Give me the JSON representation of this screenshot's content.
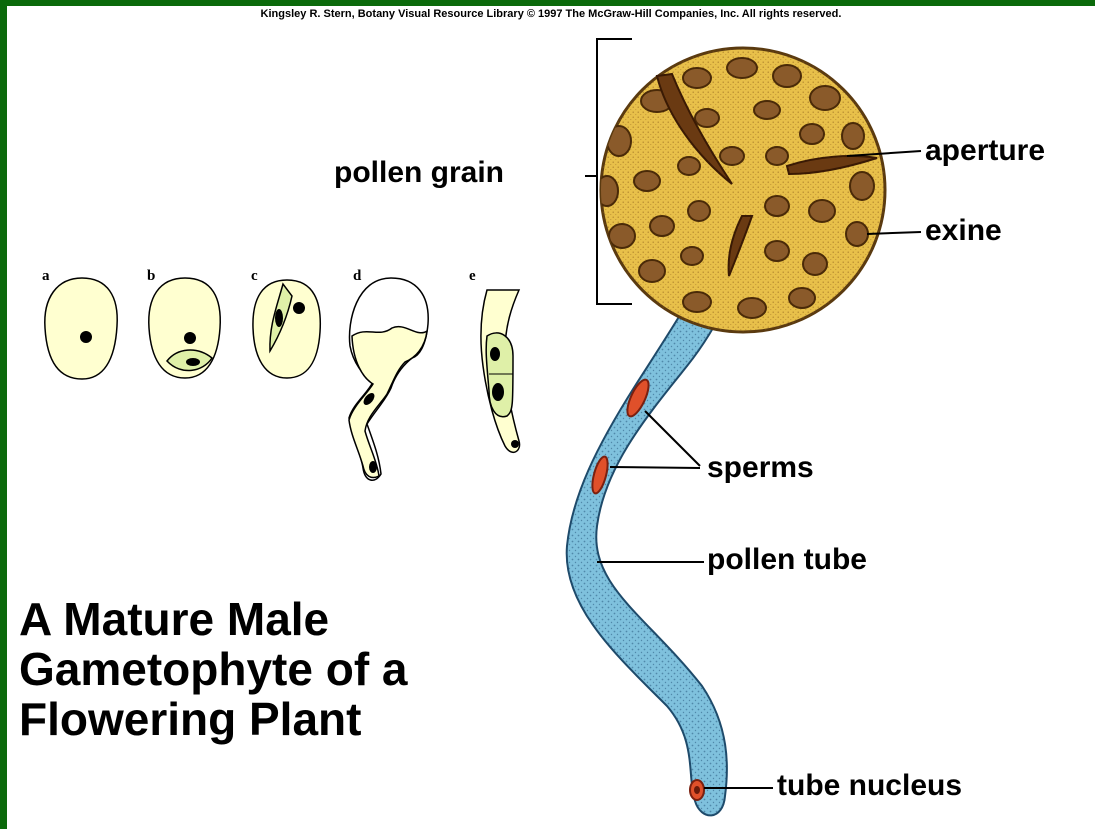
{
  "copyright": "Kingsley R. Stern, Botany Visual Resource Library © 1997 The McGraw-Hill Companies, Inc. All rights reserved.",
  "labels": {
    "pollen_grain": "pollen grain",
    "aperture": "aperture",
    "exine": "exine",
    "sperms": "sperms",
    "pollen_tube": "pollen tube",
    "tube_nucleus": "tube nucleus"
  },
  "title": {
    "line1": "A Mature Male",
    "line2": "Gametophyte of a",
    "line3": "Flowering Plant"
  },
  "stages": {
    "a": "a",
    "b": "b",
    "c": "c",
    "d": "d",
    "e": "e"
  },
  "colors": {
    "border_green": "#0b6a0b",
    "pollen_yellow": "#e8c04a",
    "pollen_brown": "#8a5a2a",
    "tube_blue": "#7fc1dd",
    "sperm_red": "#e0502a",
    "cell_cream": "#ffffd0",
    "generative_green": "#dff0a8"
  }
}
